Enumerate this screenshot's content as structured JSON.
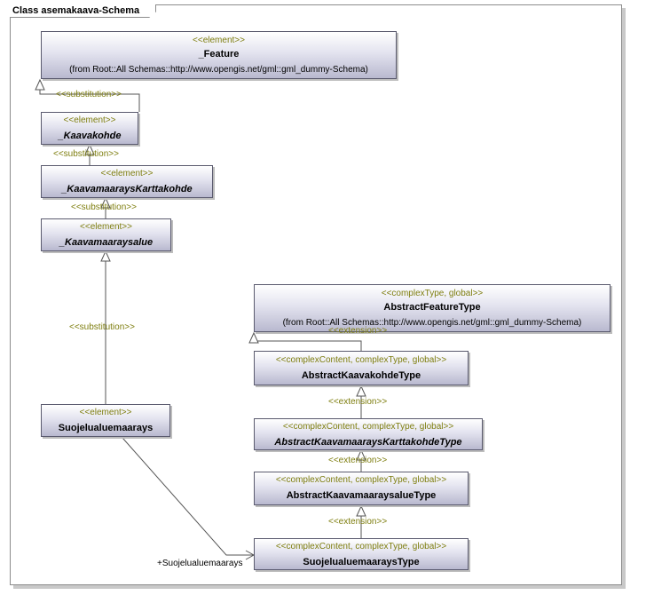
{
  "diagram": {
    "title": "Class asemakaava-Schema"
  },
  "nodes": {
    "feature": {
      "stereotype": "<<element>>",
      "name": "_Feature",
      "from": "(from Root::All Schemas::http://www.opengis.net/gml::gml_dummy-Schema)"
    },
    "kaavakohde": {
      "stereotype": "<<element>>",
      "name": "_Kaavakohde"
    },
    "karttakohde": {
      "stereotype": "<<element>>",
      "name": "_KaavamaaraysKarttakohde"
    },
    "kaavamaaraysalue": {
      "stereotype": "<<element>>",
      "name": "_Kaavamaaraysalue"
    },
    "suojelualue": {
      "stereotype": "<<element>>",
      "name": "Suojelualuemaarays"
    },
    "abstract_feature_type": {
      "stereotype": "<<complexType, global>>",
      "name": "AbstractFeatureType",
      "from": "(from Root::All Schemas::http://www.opengis.net/gml::gml_dummy-Schema)"
    },
    "abstract_kaavakohde_type": {
      "stereotype": "<<complexContent, complexType, global>>",
      "name": "AbstractKaavakohdeType"
    },
    "abstract_karttakohde_type": {
      "stereotype": "<<complexContent, complexType, global>>",
      "name": "AbstractKaavamaaraysKarttakohdeType"
    },
    "abstract_alue_type": {
      "stereotype": "<<complexContent, complexType, global>>",
      "name": "AbstractKaavamaaraysalueType"
    },
    "suojelu_type": {
      "stereotype": "<<complexContent, complexType, global>>",
      "name": "SuojelualuemaaraysType"
    }
  },
  "edge_labels": {
    "substitution_1": "<<substitution>>",
    "substitution_2": "<<substitution>>",
    "substitution_3": "<<substitution>>",
    "substitution_4": "<<substitution>>",
    "extension_1": "<<extension>>",
    "extension_2": "<<extension>>",
    "extension_3": "<<extension>>",
    "extension_4": "<<extension>>",
    "role_suojelu": "+Suojelualuemaarays"
  },
  "colors": {
    "stereotype_text": "#7e7e0f",
    "node_border": "#5a5a6e",
    "node_fill_bottom": "#b9b9cf"
  }
}
